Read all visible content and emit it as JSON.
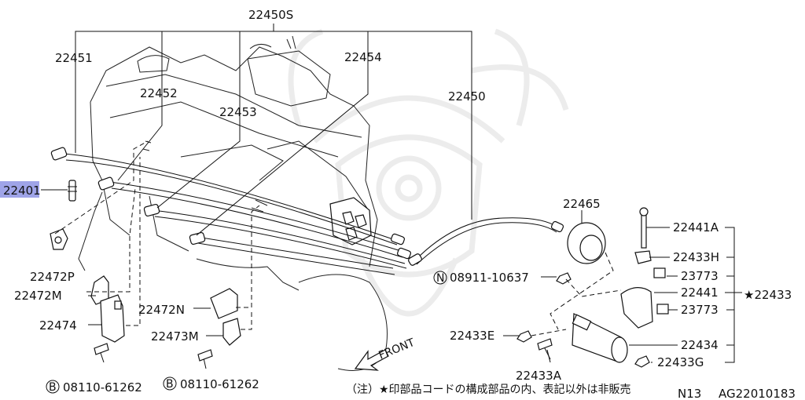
{
  "diagram": {
    "labels": {
      "p22450S": "22450S",
      "p22451": "22451",
      "p22452": "22452",
      "p22453": "22453",
      "p22454": "22454",
      "p22450": "22450",
      "p22401": "22401",
      "p22472P": "22472P",
      "p22472M": "22472M",
      "p22474": "22474",
      "p22472N": "22472N",
      "p22473M": "22473M",
      "bolt_b_left": "08110-61262",
      "bolt_b_right": "08110-61262",
      "circle_b": "B",
      "circle_n": "N",
      "p22465": "22465",
      "nut_n": "08911-10637",
      "p22441A": "22441A",
      "p22433H": "22433H",
      "p23773_top": "23773",
      "p22441": "22441",
      "p22433_star": "★22433",
      "p23773_bottom": "23773",
      "p22433E": "22433E",
      "p22434": "22434",
      "p22433A": "22433A",
      "p22433G": "22433G",
      "front": "FRONT"
    },
    "footnote": "（注）★印部品コードの構成部品の内、表記以外は非販売",
    "diagram_code": "N13",
    "catalog_code": "AG22010183",
    "highlight_color": "#9fa4e8"
  }
}
